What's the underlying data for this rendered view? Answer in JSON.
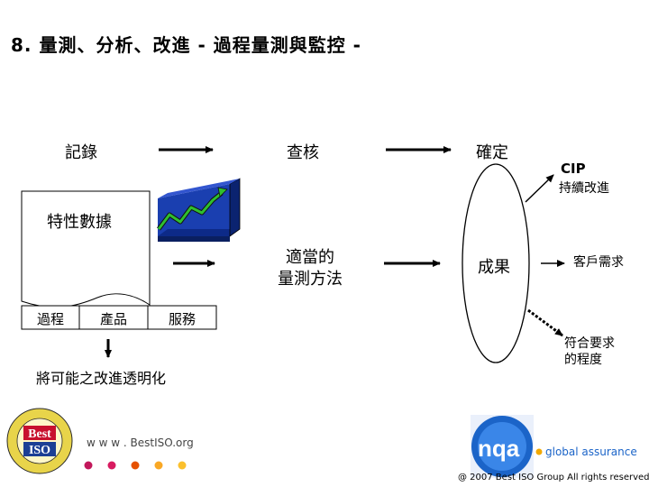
{
  "title": "8. 量測、分析、改進 - 過程量測與監控 -",
  "flow": {
    "step_record": "記錄",
    "step_check": "查核",
    "step_confirm": "確定"
  },
  "cip": {
    "heading": "CIP",
    "subtitle": "持續改進"
  },
  "document": {
    "title": "特性數據",
    "tabs": [
      "過程",
      "產品",
      "服務"
    ]
  },
  "method": {
    "line1": "適當的",
    "line2": "量測方法"
  },
  "result": "成果",
  "customer_req": "客戶需求",
  "conformity": {
    "line1": "符合要求",
    "line2": "的程度"
  },
  "transparency": "將可能之改進透明化",
  "logo": {
    "text_line1": "Best",
    "text_line2": "ISO",
    "website": "w w w . BestISO.org",
    "dot_colors": [
      "#c2185b",
      "#d81b60",
      "#e65100",
      "#f9a825",
      "#fbc02d"
    ]
  },
  "nqa": {
    "brand": "nqa",
    "tagline": "global assurance"
  },
  "copyright": "@ 2007 Best ISO Group All rights reserved."
}
